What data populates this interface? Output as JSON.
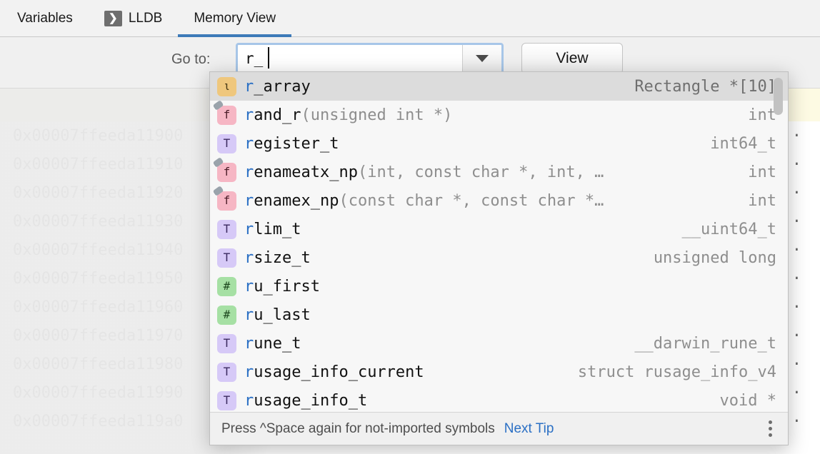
{
  "tabs": [
    {
      "label": "Variables",
      "icon": null,
      "active": false
    },
    {
      "label": "LLDB",
      "icon": "console-icon",
      "icon_glyph": "❯",
      "active": false
    },
    {
      "label": "Memory View",
      "icon": null,
      "active": true
    }
  ],
  "toolbar": {
    "goto_label": "Go to:",
    "goto_value": "r_",
    "goto_placeholder": "",
    "dropdown_icon": "chevron-down-icon",
    "view_label": "View"
  },
  "memory": {
    "addresses": [
      "0x00007ffeeda11900",
      "0x00007ffeeda11910",
      "0x00007ffeeda11920",
      "0x00007ffeeda11930",
      "0x00007ffeeda11940",
      "0x00007ffeeda11950",
      "0x00007ffeeda11960",
      "0x00007ffeeda11970",
      "0x00007ffeeda11980",
      "0x00007ffeeda11990",
      "0x00007ffeeda119a0"
    ],
    "byte_placeholder": "· · ·"
  },
  "completion": {
    "items": [
      {
        "icon": "variable-icon",
        "kind": "var",
        "glyph": "ι",
        "prefix": "r",
        "name": "_array",
        "signature": "",
        "type": "Rectangle *[10]",
        "selected": true
      },
      {
        "icon": "function-icon",
        "kind": "func",
        "glyph": "f",
        "prefix": "r",
        "name": "and_r",
        "signature": "(unsigned int *)",
        "type": "int",
        "selected": false
      },
      {
        "icon": "typedef-icon",
        "kind": "type",
        "glyph": "T",
        "prefix": "r",
        "name": "egister_t",
        "signature": "",
        "type": "int64_t",
        "selected": false
      },
      {
        "icon": "function-icon",
        "kind": "func",
        "glyph": "f",
        "prefix": "r",
        "name": "enameatx_np",
        "signature": "(int, const char *, int, …",
        "type": "int",
        "selected": false
      },
      {
        "icon": "function-icon",
        "kind": "func",
        "glyph": "f",
        "prefix": "r",
        "name": "enamex_np",
        "signature": "(const char *, const char *…",
        "type": "int",
        "selected": false
      },
      {
        "icon": "typedef-icon",
        "kind": "type",
        "glyph": "T",
        "prefix": "r",
        "name": "lim_t",
        "signature": "",
        "type": "__uint64_t",
        "selected": false
      },
      {
        "icon": "typedef-icon",
        "kind": "type",
        "glyph": "T",
        "prefix": "r",
        "name": "size_t",
        "signature": "",
        "type": "unsigned long",
        "selected": false
      },
      {
        "icon": "macro-icon",
        "kind": "macro",
        "glyph": "#",
        "prefix": "r",
        "name": "u_first",
        "signature": "",
        "type": "",
        "selected": false
      },
      {
        "icon": "macro-icon",
        "kind": "macro",
        "glyph": "#",
        "prefix": "r",
        "name": "u_last",
        "signature": "",
        "type": "",
        "selected": false
      },
      {
        "icon": "typedef-icon",
        "kind": "type",
        "glyph": "T",
        "prefix": "r",
        "name": "une_t",
        "signature": "",
        "type": "__darwin_rune_t",
        "selected": false
      },
      {
        "icon": "typedef-icon",
        "kind": "type",
        "glyph": "T",
        "prefix": "r",
        "name": "usage_info_current",
        "signature": "",
        "type": "struct rusage_info_v4",
        "selected": false
      },
      {
        "icon": "typedef-icon",
        "kind": "type",
        "glyph": "T",
        "prefix": "r",
        "name": "usage_info_t",
        "signature": "",
        "type": "void *",
        "selected": false
      }
    ],
    "footer": {
      "hint": "Press ^Space again for not-imported symbols",
      "next_tip": "Next Tip",
      "menu_icon": "kebab-menu-icon"
    }
  },
  "colors": {
    "accent": "#3d7ab8",
    "link": "#2a6fc4",
    "selection": "#dcdcdc",
    "highlight_row": "#fdfae3",
    "focus_border": "#a7c6e8"
  }
}
